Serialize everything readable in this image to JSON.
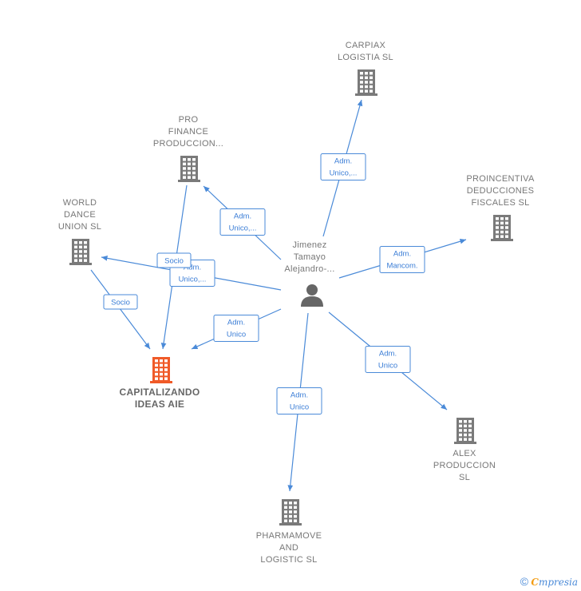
{
  "colors": {
    "edge": "#4a8ad8",
    "company": "#7a7a7a",
    "highlight": "#f05a28",
    "person": "#666666"
  },
  "person": {
    "lines": [
      "Jimenez",
      "Tamayo",
      "Alejandro-..."
    ],
    "icon": "person-icon"
  },
  "companies": [
    {
      "id": "capitalizando",
      "lines": [
        "CAPITALIZANDO",
        "IDEAS AIE"
      ],
      "highlight": true,
      "icon": "building-icon"
    },
    {
      "id": "carpiax",
      "lines": [
        "CARPIAX",
        "LOGISTIA  SL"
      ],
      "highlight": false,
      "icon": "building-icon"
    },
    {
      "id": "pro-finance",
      "lines": [
        "PRO",
        "FINANCE",
        "PRODUCCION..."
      ],
      "highlight": false,
      "icon": "building-icon"
    },
    {
      "id": "proincentiva",
      "lines": [
        "PROINCENTIVA",
        "DEDUCCIONES",
        "FISCALES  SL"
      ],
      "highlight": false,
      "icon": "building-icon"
    },
    {
      "id": "world-dance",
      "lines": [
        "WORLD",
        "DANCE",
        "UNION  SL"
      ],
      "highlight": false,
      "icon": "building-icon"
    },
    {
      "id": "alex",
      "lines": [
        "ALEX",
        "PRODUCCION",
        "SL"
      ],
      "highlight": false,
      "icon": "building-icon"
    },
    {
      "id": "pharmamove",
      "lines": [
        "PHARMAMOVE",
        "AND",
        "LOGISTIC  SL"
      ],
      "highlight": false,
      "icon": "building-icon"
    }
  ],
  "edges": [
    {
      "from": "person",
      "to": "carpiax",
      "label": [
        "Adm.",
        "Unico,..."
      ]
    },
    {
      "from": "person",
      "to": "pro-finance",
      "label": [
        "Adm.",
        "Unico,..."
      ]
    },
    {
      "from": "person",
      "to": "proincentiva",
      "label": [
        "Adm.",
        "Mancom."
      ]
    },
    {
      "from": "person",
      "to": "world-dance",
      "label": [
        "Adm.",
        "Unico,..."
      ]
    },
    {
      "from": "person",
      "to": "capitalizando",
      "label": [
        "Adm.",
        "Unico"
      ]
    },
    {
      "from": "person",
      "to": "alex",
      "label": [
        "Adm.",
        "Unico"
      ]
    },
    {
      "from": "person",
      "to": "pharmamove",
      "label": [
        "Adm.",
        "Unico"
      ]
    },
    {
      "from": "pro-finance",
      "to": "capitalizando",
      "label": [
        "Socio"
      ]
    },
    {
      "from": "world-dance",
      "to": "capitalizando",
      "label": [
        "Socio"
      ]
    }
  ],
  "footer": {
    "copyright": "©",
    "brand_first": "C",
    "brand_rest": "mpresia"
  }
}
